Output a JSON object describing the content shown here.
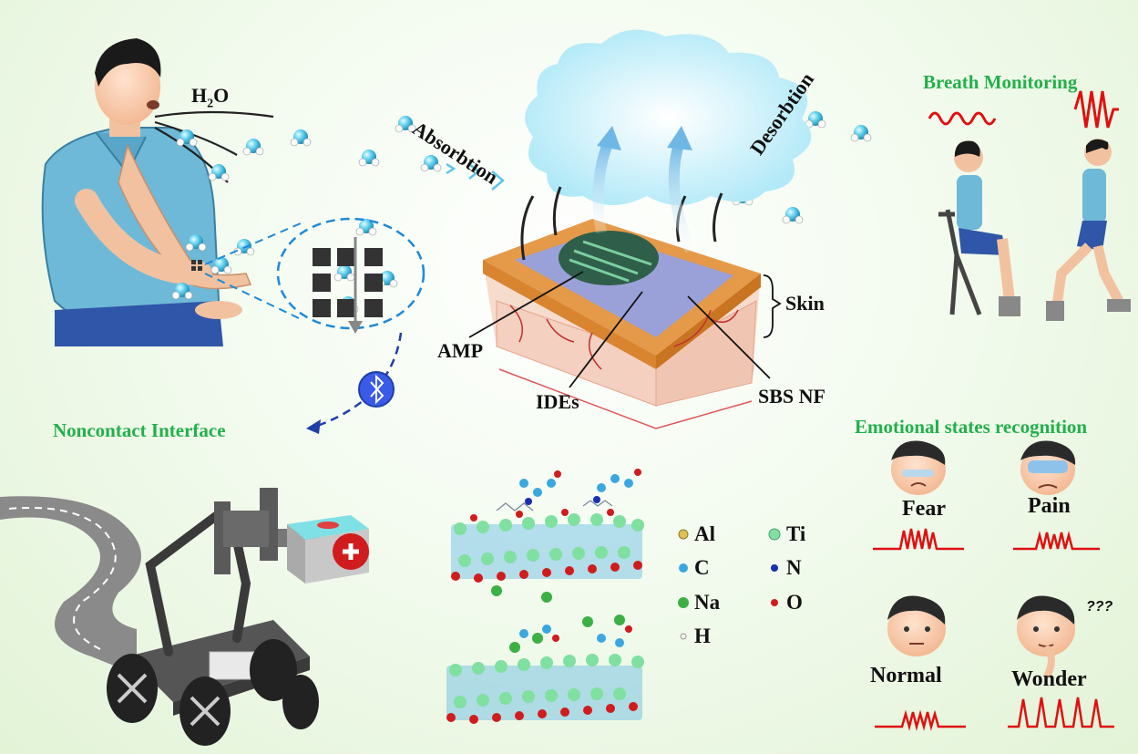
{
  "water_label": {
    "main": "H",
    "sub": "2",
    "tail": "O"
  },
  "process": {
    "absorption": "Absorbtion",
    "desorption": "Desorbtion"
  },
  "device": {
    "skin": "Skin",
    "amp": "AMP",
    "ides": "IDEs",
    "sbs_nf": "SBS NF"
  },
  "applications": {
    "breath_monitoring": "Breath Monitoring",
    "noncontact_interface": "Noncontact Interface",
    "emotion_recognition": "Emotional states recognition"
  },
  "emotions": [
    {
      "label": "Fear"
    },
    {
      "label": "Pain"
    },
    {
      "label": "Normal"
    },
    {
      "label": "Wonder",
      "thought": "???"
    }
  ],
  "legend": [
    {
      "symbol": "Al",
      "color": "#e0c050"
    },
    {
      "symbol": "Ti",
      "color": "#7fe0a0"
    },
    {
      "symbol": "C",
      "color": "#3aa7e0"
    },
    {
      "symbol": "N",
      "color": "#1a2fb0"
    },
    {
      "symbol": "Na",
      "color": "#3cb043"
    },
    {
      "symbol": "O",
      "color": "#d01c1c"
    },
    {
      "symbol": "H",
      "color": "#f2f2f2"
    }
  ],
  "colors": {
    "accent_green": "#22b04a",
    "signal_red": "#e01010",
    "link_blue": "#1f6fd6"
  }
}
